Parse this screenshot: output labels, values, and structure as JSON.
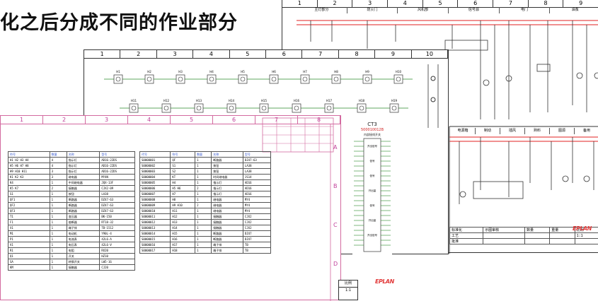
{
  "title": "化之后分成不同的作业部分",
  "sheet_top_right": {
    "columns": [
      "1",
      "2",
      "3",
      "4",
      "5",
      "6",
      "7",
      "8",
      "9"
    ],
    "header_cells": [
      "主灯部分",
      "防火门",
      "风机部",
      "信号源",
      "电门",
      "油泵"
    ],
    "lower_header": [
      "电源箱",
      "制动",
      "插风",
      "熟料",
      "图源",
      "备用"
    ],
    "title_rows": [
      [
        "标准化",
        "示图审核",
        "数量",
        "重量",
        "比例"
      ],
      [
        "工艺",
        "",
        "",
        "",
        "1:1"
      ],
      [
        "批准",
        "",
        "",
        "",
        ""
      ]
    ],
    "watermark": "EPLAN"
  },
  "sheet_middle": {
    "columns": [
      "1",
      "2",
      "3",
      "4",
      "5",
      "6",
      "7",
      "8",
      "9",
      "10"
    ],
    "device_row1": [
      "H1",
      "H2",
      "H3",
      "H4",
      "H5",
      "H6",
      "H7",
      "H8",
      "H9",
      "H10"
    ],
    "device_row2": [
      "H11",
      "H12",
      "H13",
      "H14",
      "H15",
      "H16",
      "H17",
      "H18",
      "H19"
    ],
    "ct_title": "CT3",
    "ct_code": "500010012B",
    "ct_sub": "内部接线开关",
    "ct_rows": [
      "开出信号",
      "信号",
      "信号",
      "开出量",
      "信号",
      "开出量",
      "开出信号"
    ]
  },
  "sheet_front": {
    "columns": [
      "1",
      "2",
      "3",
      "4",
      "5",
      "6",
      "7",
      "8"
    ],
    "row_labels": [
      "A",
      "B",
      "C",
      "D"
    ],
    "table1_header": [
      "符号",
      "数量",
      "名称",
      "型号"
    ],
    "table1_rows": [
      [
        "H1 H2 H3 H4",
        "4",
        "指示灯",
        "AD16-22DS"
      ],
      [
        "H5 H6 H7 H8",
        "4",
        "指示灯",
        "AD16-22DS"
      ],
      [
        "H9 H10 H11",
        "3",
        "指示灯",
        "AD16-22DS"
      ],
      [
        "K1 K2 K3",
        "3",
        "继电器",
        "MY4N"
      ],
      [
        "K4",
        "1",
        "中间继电器",
        "JQX-13F"
      ],
      [
        "K5 K7",
        "2",
        "接触器",
        "CJX2-09"
      ],
      [
        "S1",
        "1",
        "按钮",
        "LA38"
      ],
      [
        "QF1",
        "1",
        "断路器",
        "DZ47-63"
      ],
      [
        "QF2",
        "1",
        "断路器",
        "DZ47-63"
      ],
      [
        "QF3",
        "1",
        "断路器",
        "DZ47-63"
      ],
      [
        "T1",
        "1",
        "变压器",
        "BK-150"
      ],
      [
        "F1",
        "1",
        "熔断器",
        "RT18-32"
      ],
      [
        "X1",
        "1",
        "端子排",
        "TB-1512"
      ],
      [
        "M1",
        "1",
        "电动机",
        "Y90L-4"
      ],
      [
        "P1",
        "1",
        "电流表",
        "42L6-A"
      ],
      [
        "V1",
        "1",
        "电压表",
        "42L6-V"
      ],
      [
        "R1",
        "1",
        "电阻",
        "RX20"
      ],
      [
        "Q1",
        "1",
        "开关",
        "HZ10"
      ],
      [
        "SA",
        "1",
        "转换开关",
        "LW5-16"
      ],
      [
        "KM",
        "1",
        "接触器",
        "CJ20"
      ]
    ],
    "table2_header": [
      "代号",
      "符号",
      "数量",
      "名称",
      "型号"
    ],
    "table2_rows": [
      [
        "S0000001",
        "QF",
        "1",
        "断路器",
        "DZ47-63"
      ],
      [
        "S0000002",
        "S1",
        "1",
        "按钮",
        "LA38"
      ],
      [
        "S0000003",
        "S2",
        "1",
        "按钮",
        "LA38"
      ],
      [
        "S0000004",
        "KT",
        "1",
        "时间继电器",
        "JS14"
      ],
      [
        "S0000005",
        "H4",
        "1",
        "指示灯",
        "AD16"
      ],
      [
        "S0000006",
        "H5 H6",
        "2",
        "指示灯",
        "AD16"
      ],
      [
        "S0000007",
        "H7",
        "1",
        "指示灯",
        "AD16"
      ],
      [
        "S0000008",
        "H8",
        "1",
        "继电器",
        "MY4"
      ],
      [
        "S0000009",
        "H9 H10",
        "2",
        "继电器",
        "MY4"
      ],
      [
        "S0000010",
        "H11",
        "1",
        "继电器",
        "MY4"
      ],
      [
        "S0000011",
        "H12",
        "1",
        "接触器",
        "CJX2"
      ],
      [
        "S0000012",
        "H13",
        "1",
        "接触器",
        "CJX2"
      ],
      [
        "S0000013",
        "H14",
        "1",
        "接触器",
        "CJX2"
      ],
      [
        "S0000014",
        "H15",
        "1",
        "断路器",
        "DZ47"
      ],
      [
        "S0000015",
        "H16",
        "1",
        "断路器",
        "DZ47"
      ],
      [
        "S0000016",
        "H17",
        "1",
        "端子排",
        "TB"
      ],
      [
        "S0000017",
        "H18",
        "1",
        "端子排",
        "TB"
      ]
    ],
    "title_block": {
      "label": "比例",
      "value": "1:1"
    },
    "watermark": "EPLAN"
  }
}
